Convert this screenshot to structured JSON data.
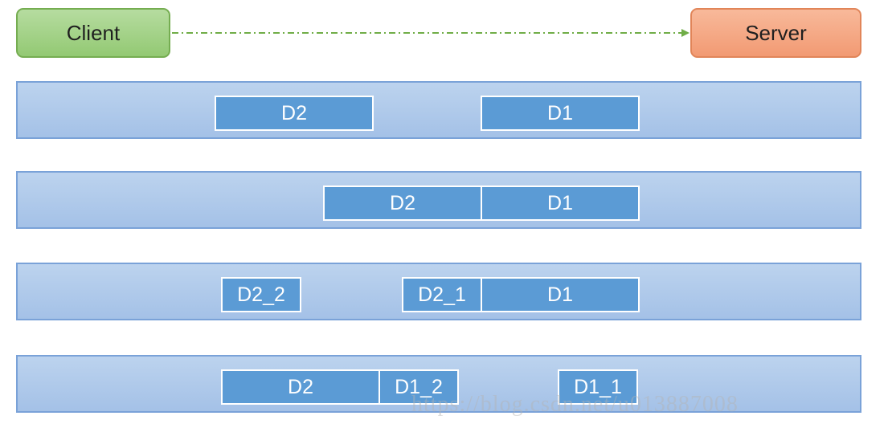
{
  "nodes": {
    "client": "Client",
    "server": "Server"
  },
  "lanes": [
    {
      "packets": [
        "D2",
        "D1"
      ]
    },
    {
      "packets": [
        "D2",
        "D1"
      ]
    },
    {
      "packets": [
        "D2_2",
        "D2_1",
        "D1"
      ]
    },
    {
      "packets": [
        "D2",
        "D1_2",
        "D1_1"
      ]
    }
  ],
  "watermark": "https://blog.csdn.net/u013887008",
  "colors": {
    "client_fill": "#a9d18e",
    "server_fill": "#f4b183",
    "lane_fill": "#b4cbeb",
    "packet_fill": "#5b9bd5",
    "arrow": "#70ad47"
  }
}
